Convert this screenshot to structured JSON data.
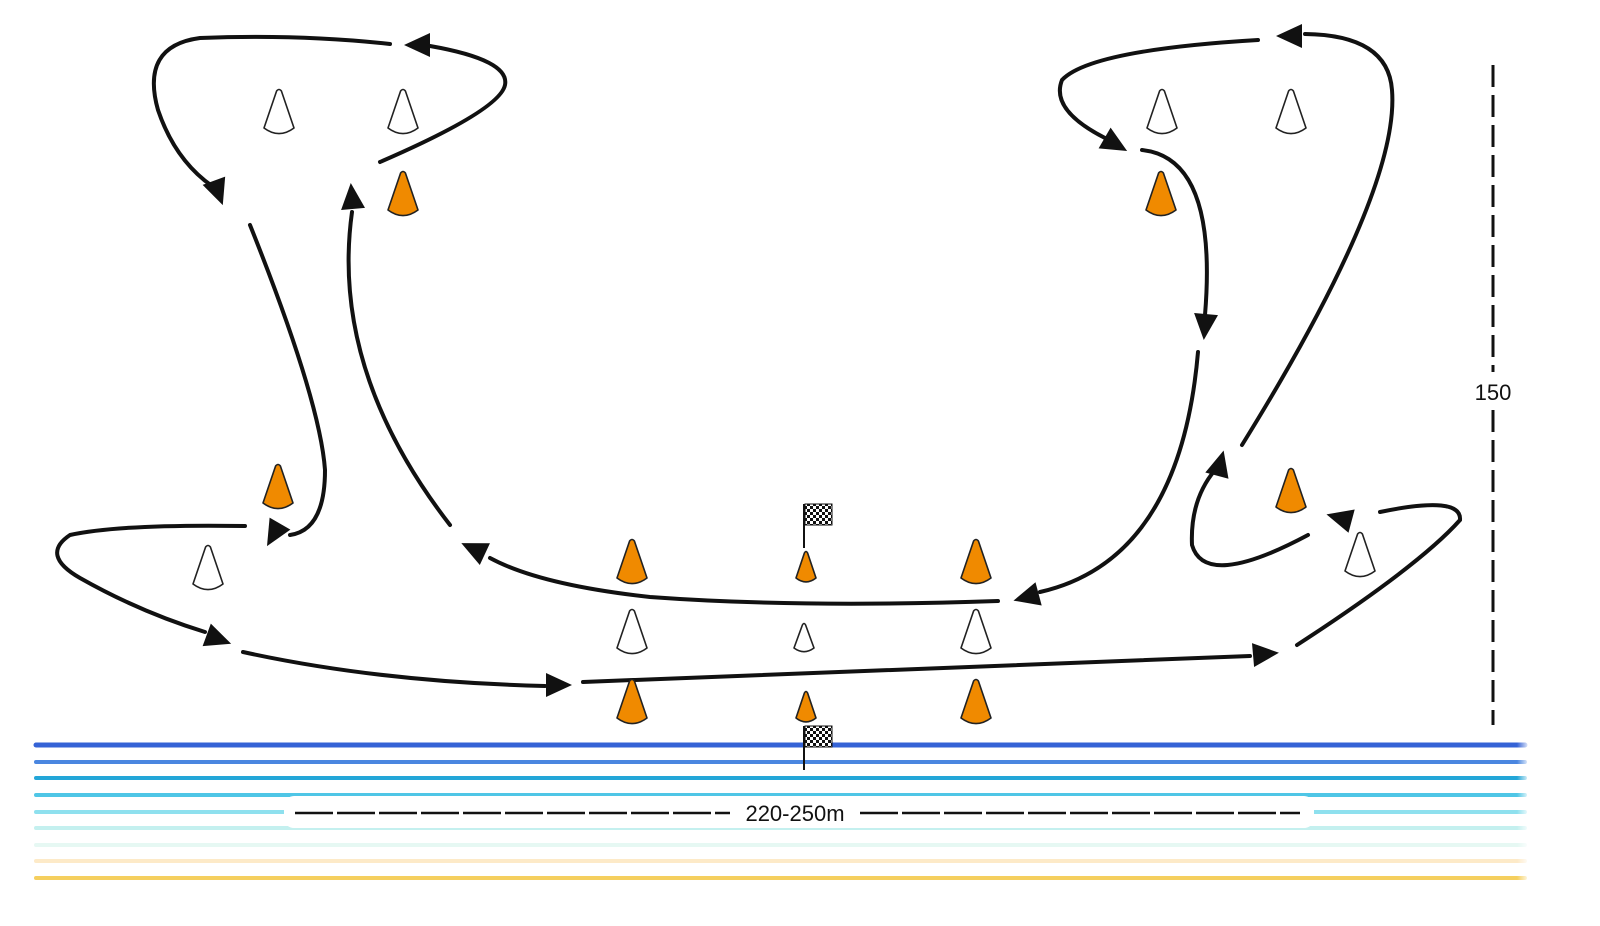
{
  "diagram": {
    "width_label": "220-250m",
    "height_label": "150"
  },
  "colors": {
    "route": "#111111",
    "cone_orange": "#f08a00",
    "cone_white": "#ffffff",
    "cone_outline": "#222222",
    "water_lines": [
      "#3563d6",
      "#4a86e0",
      "#23a6d8",
      "#4fc6e6",
      "#8ee0ee",
      "#c4f0ef",
      "#e6f8f3",
      "#fdeac8",
      "#f5cf5e"
    ]
  },
  "markers": {
    "cone_orange": "orange-cone",
    "cone_white": "white-cone",
    "flag": "checkered-flag"
  }
}
